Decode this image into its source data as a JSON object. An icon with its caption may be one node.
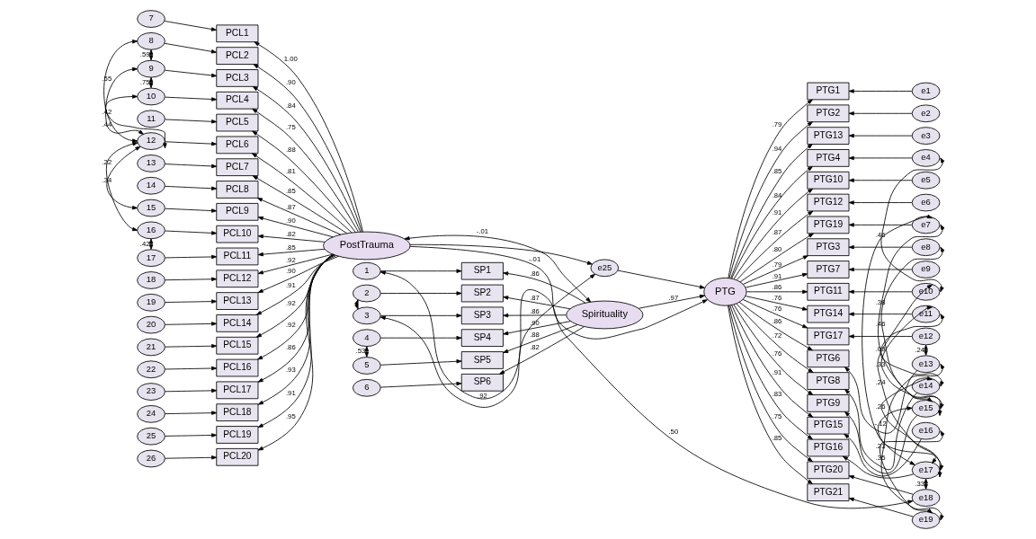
{
  "diagram": {
    "nodes": [
      {
        "text": [
          "7"
        ]
      },
      {
        "text": [
          "8"
        ]
      },
      {
        "text": [
          "9"
        ]
      },
      {
        "text": [
          "10"
        ]
      },
      {
        "text": [
          "11"
        ]
      },
      {
        "text": [
          "12"
        ]
      },
      {
        "text": [
          "13"
        ]
      },
      {
        "text": [
          "14"
        ]
      },
      {
        "text": [
          "15"
        ]
      },
      {
        "text": [
          "16"
        ]
      },
      {
        "text": [
          "17"
        ]
      },
      {
        "text": [
          "18"
        ]
      },
      {
        "text": [
          "19"
        ]
      },
      {
        "text": [
          "20"
        ]
      },
      {
        "text": [
          "21"
        ]
      },
      {
        "text": [
          "22"
        ]
      },
      {
        "text": [
          "23"
        ]
      },
      {
        "text": [
          "24"
        ]
      },
      {
        "text": [
          "25"
        ]
      },
      {
        "text": [
          "26"
        ]
      },
      {
        "text": [
          "PCL1"
        ]
      },
      {
        "text": [
          "PCL2"
        ]
      },
      {
        "text": [
          "PCL3"
        ]
      },
      {
        "text": [
          "PCL4"
        ]
      },
      {
        "text": [
          "PCL5"
        ]
      },
      {
        "text": [
          "PCL6"
        ]
      },
      {
        "text": [
          "PCL7"
        ]
      },
      {
        "text": [
          "PCL8"
        ]
      },
      {
        "text": [
          "PCL9"
        ]
      },
      {
        "text": [
          "PCL10"
        ]
      },
      {
        "text": [
          "PCL11"
        ]
      },
      {
        "text": [
          "PCL12"
        ]
      },
      {
        "text": [
          "PCL13"
        ]
      },
      {
        "text": [
          "PCL14"
        ]
      },
      {
        "text": [
          "PCL15"
        ]
      },
      {
        "text": [
          "PCL16"
        ]
      },
      {
        "text": [
          "PCL17"
        ]
      },
      {
        "text": [
          "PCL18"
        ]
      },
      {
        "text": [
          "PCL19"
        ]
      },
      {
        "text": [
          "PCL20"
        ]
      },
      {
        "text": [
          "PostTrauma"
        ]
      },
      {
        "text": [
          "1"
        ]
      },
      {
        "text": [
          "2"
        ]
      },
      {
        "text": [
          "3"
        ]
      },
      {
        "text": [
          "4"
        ]
      },
      {
        "text": [
          "5"
        ]
      },
      {
        "text": [
          "6"
        ]
      },
      {
        "text": [
          "SP1"
        ]
      },
      {
        "text": [
          "SP2"
        ]
      },
      {
        "text": [
          "SP3"
        ]
      },
      {
        "text": [
          "SP4"
        ]
      },
      {
        "text": [
          "SP5"
        ]
      },
      {
        "text": [
          "SP6"
        ]
      },
      {
        "text": [
          "Spirituality"
        ]
      },
      {
        "text": [
          "e25"
        ]
      },
      {
        "text": [
          "PTG"
        ]
      },
      {
        "text": [
          "PTG1"
        ]
      },
      {
        "text": [
          "PTG2"
        ]
      },
      {
        "text": [
          "PTG13"
        ]
      },
      {
        "text": [
          "PTG4"
        ]
      },
      {
        "text": [
          "PTG10"
        ]
      },
      {
        "text": [
          "PTG12"
        ]
      },
      {
        "text": [
          "PTG19"
        ]
      },
      {
        "text": [
          "PTG3"
        ]
      },
      {
        "text": [
          "PTG7"
        ]
      },
      {
        "text": [
          "PTG11"
        ]
      },
      {
        "text": [
          "PTG14"
        ]
      },
      {
        "text": [
          "PTG17"
        ]
      },
      {
        "text": [
          "PTG6"
        ]
      },
      {
        "text": [
          "PTG8"
        ]
      },
      {
        "text": [
          "PTG9"
        ]
      },
      {
        "text": [
          "PTG15"
        ]
      },
      {
        "text": [
          "PTG16"
        ]
      },
      {
        "text": [
          "PTG20"
        ]
      },
      {
        "text": [
          "PTG21"
        ]
      },
      {
        "text": [
          "e1"
        ]
      },
      {
        "text": [
          "e2"
        ]
      },
      {
        "text": [
          "e3"
        ]
      },
      {
        "text": [
          "e4"
        ]
      },
      {
        "text": [
          "e5"
        ]
      },
      {
        "text": [
          "e6"
        ]
      },
      {
        "text": [
          "e7"
        ]
      },
      {
        "text": [
          "e8"
        ]
      },
      {
        "text": [
          "e9"
        ]
      },
      {
        "text": [
          "e10"
        ]
      },
      {
        "text": [
          "e11"
        ]
      },
      {
        "text": [
          "e12"
        ]
      },
      {
        "text": [
          "e13"
        ]
      },
      {
        "text": [
          "e14"
        ]
      },
      {
        "text": [
          "e15"
        ]
      },
      {
        "text": [
          "e16"
        ]
      },
      {
        "text": [
          "e17"
        ]
      },
      {
        "text": [
          "e18"
        ]
      },
      {
        "text": [
          "e19"
        ]
      }
    ],
    "edges": [
      {
        "from": 0,
        "to": 20,
        "arrow": "to"
      },
      {
        "from": 1,
        "to": 21,
        "arrow": "to"
      },
      {
        "from": 2,
        "to": 22,
        "arrow": "to"
      },
      {
        "from": 3,
        "to": 23,
        "arrow": "to"
      },
      {
        "from": 4,
        "to": 24,
        "arrow": "to"
      },
      {
        "from": 5,
        "to": 25,
        "arrow": "to"
      },
      {
        "from": 6,
        "to": 26,
        "arrow": "to"
      },
      {
        "from": 7,
        "to": 27,
        "arrow": "to"
      },
      {
        "from": 8,
        "to": 28,
        "arrow": "to"
      },
      {
        "from": 9,
        "to": 29,
        "arrow": "to"
      },
      {
        "from": 10,
        "to": 30,
        "arrow": "to"
      },
      {
        "from": 11,
        "to": 31,
        "arrow": "to"
      },
      {
        "from": 12,
        "to": 32,
        "arrow": "to"
      },
      {
        "from": 13,
        "to": 33,
        "arrow": "to"
      },
      {
        "from": 14,
        "to": 34,
        "arrow": "to"
      },
      {
        "from": 15,
        "to": 35,
        "arrow": "to"
      },
      {
        "from": 16,
        "to": 36,
        "arrow": "to"
      },
      {
        "from": 17,
        "to": 37,
        "arrow": "to"
      },
      {
        "from": 18,
        "to": 38,
        "arrow": "to"
      },
      {
        "from": 19,
        "to": 39,
        "arrow": "to"
      },
      {
        "from": 40,
        "to": 20,
        "arrow": "to",
        "label": "1.00"
      },
      {
        "from": 40,
        "to": 21,
        "arrow": "to",
        "label": ".90"
      },
      {
        "from": 40,
        "to": 22,
        "arrow": "to",
        "label": ".84"
      },
      {
        "from": 40,
        "to": 23,
        "arrow": "to",
        "label": ".75"
      },
      {
        "from": 40,
        "to": 24,
        "arrow": "to",
        "label": ".88"
      },
      {
        "from": 40,
        "to": 25,
        "arrow": "to",
        "label": ".81"
      },
      {
        "from": 40,
        "to": 26,
        "arrow": "to",
        "label": ".85"
      },
      {
        "from": 40,
        "to": 27,
        "arrow": "to",
        "label": ".87"
      },
      {
        "from": 40,
        "to": 28,
        "arrow": "to",
        "label": ".90"
      },
      {
        "from": 40,
        "to": 29,
        "arrow": "to",
        "label": ".82"
      },
      {
        "from": 40,
        "to": 30,
        "arrow": "to",
        "label": ".85"
      },
      {
        "from": 40,
        "to": 31,
        "arrow": "to",
        "label": ".92"
      },
      {
        "from": 40,
        "to": 32,
        "arrow": "to",
        "label": ".90"
      },
      {
        "from": 40,
        "to": 33,
        "arrow": "to",
        "label": ".91"
      },
      {
        "from": 40,
        "to": 34,
        "arrow": "to",
        "label": ".92"
      },
      {
        "from": 40,
        "to": 35,
        "arrow": "to",
        "label": ".92"
      },
      {
        "from": 40,
        "to": 36,
        "arrow": "to",
        "label": ".86"
      },
      {
        "from": 40,
        "to": 37,
        "arrow": "to",
        "label": ".93"
      },
      {
        "from": 40,
        "to": 38,
        "arrow": "to",
        "label": ".91"
      },
      {
        "from": 40,
        "to": 39,
        "arrow": "to",
        "label": ".95"
      },
      {
        "from": 41,
        "to": 47,
        "arrow": "to"
      },
      {
        "from": 42,
        "to": 48,
        "arrow": "to"
      },
      {
        "from": 43,
        "to": 49,
        "arrow": "to"
      },
      {
        "from": 44,
        "to": 50,
        "arrow": "to"
      },
      {
        "from": 45,
        "to": 51,
        "arrow": "to"
      },
      {
        "from": 46,
        "to": 52,
        "arrow": "to"
      },
      {
        "from": 53,
        "to": 47,
        "arrow": "to",
        "label": ".86"
      },
      {
        "from": 53,
        "to": 48,
        "arrow": "to",
        "label": ".87"
      },
      {
        "from": 53,
        "to": 49,
        "arrow": "to",
        "label": ".86"
      },
      {
        "from": 53,
        "to": 50,
        "arrow": "to",
        "label": ".90"
      },
      {
        "from": 53,
        "to": 51,
        "arrow": "to",
        "label": ".88"
      },
      {
        "from": 53,
        "to": 52,
        "arrow": "to",
        "label": ".82"
      },
      {
        "from": 40,
        "to": 53,
        "arrow": "both",
        "label": "-.01"
      },
      {
        "from": 40,
        "to": 55,
        "arrow": "to",
        "label": "-.01"
      },
      {
        "from": 53,
        "to": 55,
        "arrow": "to",
        "label": ".97"
      },
      {
        "from": 54,
        "to": 55,
        "arrow": "to"
      },
      {
        "from": 40,
        "to": 54,
        "arrow": "to"
      },
      {
        "from": 75,
        "to": 56,
        "arrow": "to"
      },
      {
        "from": 76,
        "to": 57,
        "arrow": "to"
      },
      {
        "from": 77,
        "to": 58,
        "arrow": "to"
      },
      {
        "from": 78,
        "to": 59,
        "arrow": "to"
      },
      {
        "from": 79,
        "to": 60,
        "arrow": "to"
      },
      {
        "from": 80,
        "to": 61,
        "arrow": "to"
      },
      {
        "from": 81,
        "to": 62,
        "arrow": "to"
      },
      {
        "from": 82,
        "to": 63,
        "arrow": "to"
      },
      {
        "from": 83,
        "to": 64,
        "arrow": "to"
      },
      {
        "from": 84,
        "to": 65,
        "arrow": "to"
      },
      {
        "from": 85,
        "to": 66,
        "arrow": "to"
      },
      {
        "from": 86,
        "to": 67,
        "arrow": "to"
      },
      {
        "from": 87,
        "to": 68,
        "arrow": "to"
      },
      {
        "from": 88,
        "to": 69,
        "arrow": "to"
      },
      {
        "from": 89,
        "to": 70,
        "arrow": "to"
      },
      {
        "from": 90,
        "to": 71,
        "arrow": "to"
      },
      {
        "from": 91,
        "to": 72,
        "arrow": "to"
      },
      {
        "from": 92,
        "to": 73,
        "arrow": "to"
      },
      {
        "from": 93,
        "to": 74,
        "arrow": "to"
      },
      {
        "from": 55,
        "to": 56,
        "arrow": "to",
        "label": ".79"
      },
      {
        "from": 55,
        "to": 57,
        "arrow": "to",
        "label": ".94"
      },
      {
        "from": 55,
        "to": 58,
        "arrow": "to",
        "label": ".85"
      },
      {
        "from": 55,
        "to": 59,
        "arrow": "to",
        "label": ".84"
      },
      {
        "from": 55,
        "to": 60,
        "arrow": "to",
        "label": ".91"
      },
      {
        "from": 55,
        "to": 61,
        "arrow": "to",
        "label": ".87"
      },
      {
        "from": 55,
        "to": 62,
        "arrow": "to",
        "label": ".80"
      },
      {
        "from": 55,
        "to": 63,
        "arrow": "to",
        "label": ".79"
      },
      {
        "from": 55,
        "to": 64,
        "arrow": "to",
        "label": ".91"
      },
      {
        "from": 55,
        "to": 65,
        "arrow": "to",
        "label": ".86"
      },
      {
        "from": 55,
        "to": 66,
        "arrow": "to",
        "label": ".76"
      },
      {
        "from": 55,
        "to": 67,
        "arrow": "to",
        "label": ".76"
      },
      {
        "from": 55,
        "to": 68,
        "arrow": "to",
        "label": ".86"
      },
      {
        "from": 55,
        "to": 69,
        "arrow": "to",
        "label": ".72"
      },
      {
        "from": 55,
        "to": 70,
        "arrow": "to",
        "label": ".76"
      },
      {
        "from": 55,
        "to": 71,
        "arrow": "to",
        "label": ".91"
      },
      {
        "from": 55,
        "to": 72,
        "arrow": "to",
        "label": ".83"
      },
      {
        "from": 55,
        "to": 73,
        "arrow": "to",
        "label": ".75"
      },
      {
        "from": 55,
        "to": 74,
        "arrow": "to",
        "label": ".85"
      },
      {
        "from": 1,
        "to": 2,
        "arrow": "both",
        "label": ".59"
      },
      {
        "from": 2,
        "to": 3,
        "arrow": "both",
        "label": ".75"
      },
      {
        "from": 1,
        "to": 5,
        "arrow": "both",
        "label": ".55"
      },
      {
        "from": 2,
        "to": 5,
        "arrow": "both",
        "label": ".44"
      },
      {
        "from": 3,
        "to": 5,
        "arrow": "both",
        "label": ".42"
      },
      {
        "from": 5,
        "to": 8,
        "arrow": "both",
        "label": ".34"
      },
      {
        "from": 5,
        "to": 9,
        "arrow": "both",
        "label": ".22"
      },
      {
        "from": 9,
        "to": 10,
        "arrow": "both",
        "label": ".42"
      },
      {
        "from": 42,
        "to": 43,
        "arrow": "both"
      },
      {
        "from": 44,
        "to": 45,
        "arrow": "both",
        "label": ".53"
      },
      {
        "from": 41,
        "to": 92,
        "arrow": "both",
        "label": ".50"
      },
      {
        "from": 43,
        "to": 54,
        "arrow": "both",
        "label": ".92"
      },
      {
        "from": 78,
        "to": 84,
        "arrow": "both",
        "label": ".46"
      },
      {
        "from": 82,
        "to": 89,
        "arrow": "both",
        "label": ".46"
      },
      {
        "from": 84,
        "to": 91,
        "arrow": "both",
        "label": ".24"
      },
      {
        "from": 87,
        "to": 93,
        "arrow": "both",
        "label": ".35"
      },
      {
        "from": 81,
        "to": 89,
        "arrow": "both",
        "label": ".38"
      },
      {
        "from": 81,
        "to": 91,
        "arrow": "both"
      },
      {
        "from": 86,
        "to": 87,
        "arrow": "both",
        "label": ".24"
      },
      {
        "from": 85,
        "to": 88,
        "arrow": "both",
        "label": ".09"
      },
      {
        "from": 85,
        "to": 89,
        "arrow": "both",
        "label": ".33"
      },
      {
        "from": 88,
        "to": 91,
        "arrow": "both",
        "label": ".26"
      },
      {
        "from": 89,
        "to": 91,
        "arrow": "both",
        "label": "-.12"
      },
      {
        "from": 90,
        "to": 93,
        "arrow": "both",
        "label": ".23"
      },
      {
        "from": 91,
        "to": 92,
        "arrow": "both",
        "label": ".33"
      }
    ]
  }
}
